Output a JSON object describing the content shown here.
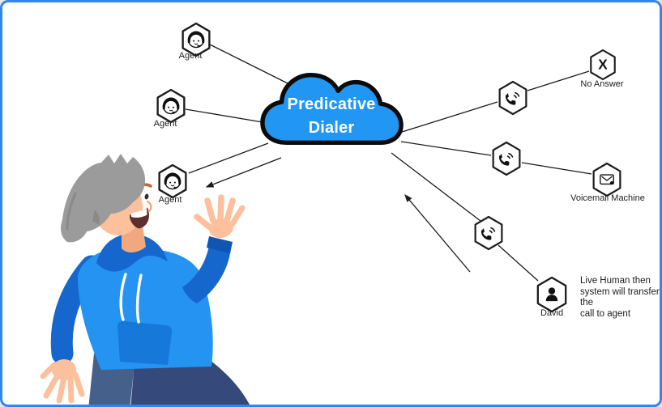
{
  "palette": {
    "frame_border": "#2e86f2",
    "cloud_fill": "#2196f3",
    "connector": "#1c1c1c",
    "hoodie_light": "#2493f2",
    "hoodie_dark": "#1667cd"
  },
  "cloud": {
    "title_line1": "Predicative",
    "title_line2": "Dialer"
  },
  "agents": [
    {
      "label": "Agent",
      "icon": "agent-headset-icon"
    },
    {
      "label": "Agent",
      "icon": "agent-headset-icon"
    },
    {
      "label": "Agent",
      "icon": "agent-headset-icon"
    }
  ],
  "phones": [
    {
      "icon": "phone-signal-icon"
    },
    {
      "icon": "phone-signal-icon"
    },
    {
      "icon": "phone-signal-icon"
    }
  ],
  "outcomes": {
    "no_answer": {
      "glyph": "X",
      "label": "No Answer",
      "icon": "x-glyph-icon"
    },
    "voicemail": {
      "label": "Voicemail Machine",
      "icon": "voicemail-envelope-icon"
    },
    "caller": {
      "label": "David",
      "icon": "person-icon"
    }
  },
  "annotation": {
    "line1": "Live Human then",
    "line2": "system will transfer the",
    "line3": "call to agent"
  }
}
